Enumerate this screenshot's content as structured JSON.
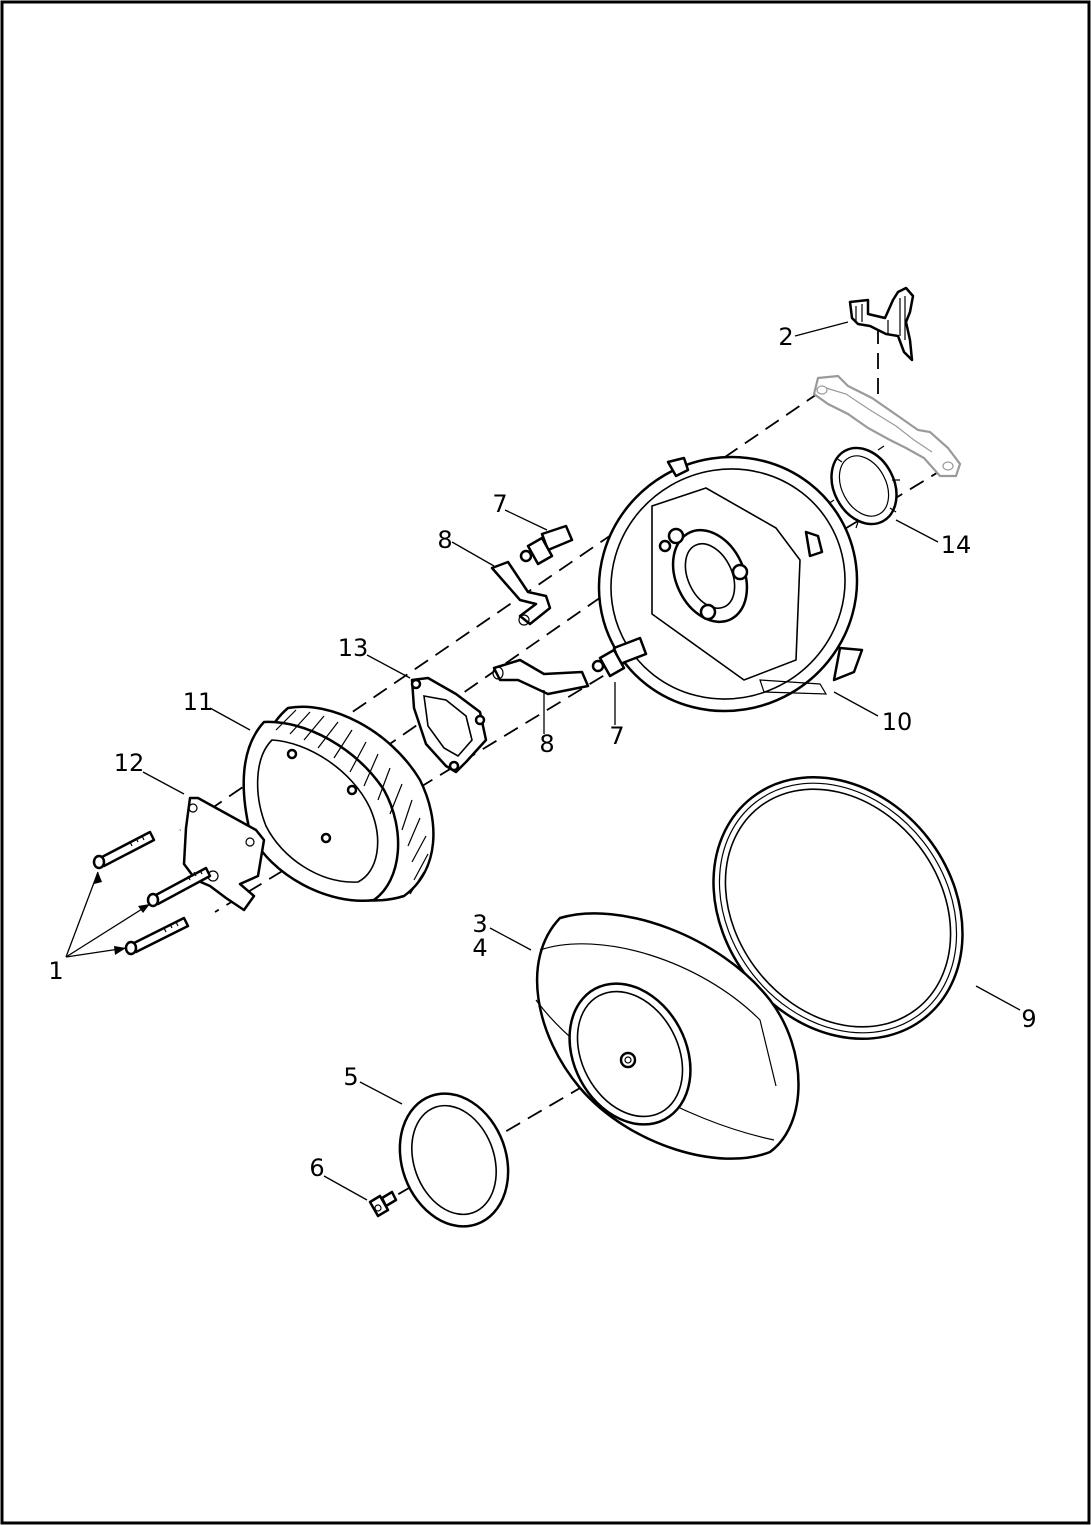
{
  "callouts": {
    "c1": "1",
    "c2": "2",
    "c3": "3",
    "c4": "4",
    "c5": "5",
    "c6": "6",
    "c7a": "7",
    "c7b": "7",
    "c8a": "8",
    "c8b": "8",
    "c9": "9",
    "c10": "10",
    "c11": "11",
    "c12": "12",
    "c13": "13",
    "c14": "14"
  },
  "colors": {
    "line": "#000000",
    "ghost_part": "#9a9a9a",
    "background": "#ffffff"
  }
}
